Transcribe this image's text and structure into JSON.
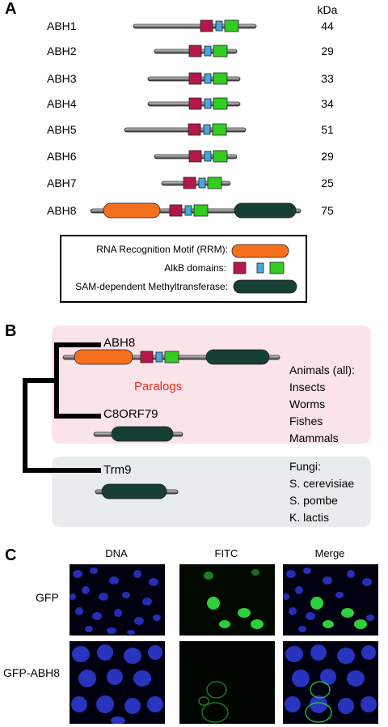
{
  "panel_a": {
    "letter": "A",
    "kda_header": "kDa",
    "proteins": [
      {
        "name": "ABH1",
        "kda": "44"
      },
      {
        "name": "ABH2",
        "kda": "29"
      },
      {
        "name": "ABH3",
        "kda": "33"
      },
      {
        "name": "ABH4",
        "kda": "34"
      },
      {
        "name": "ABH5",
        "kda": "51"
      },
      {
        "name": "ABH6",
        "kda": "29"
      },
      {
        "name": "ABH7",
        "kda": "25"
      },
      {
        "name": "ABH8",
        "kda": "75"
      }
    ],
    "legend": {
      "rrm": "RNA Recognition Motif (RRM):",
      "alkb": "AlkB domains:",
      "sam": "SAM-dependent Methyltransferase:"
    }
  },
  "panel_b": {
    "letter": "B",
    "abh8": "ABH8",
    "paralogs": "Paralogs",
    "c8orf79": "C8ORF79",
    "trm9": "Trm9",
    "animals": [
      "Animals (all):",
      "Insects",
      "Worms",
      "Fishes",
      "Mammals"
    ],
    "fungi": [
      "Fungi:",
      "S. cerevisiae",
      "S. pombe",
      "K. lactis"
    ]
  },
  "panel_c": {
    "letter": "C",
    "columns": [
      "DNA",
      "FITC",
      "Merge"
    ],
    "rows": [
      "GFP",
      "GFP-ABH8"
    ]
  },
  "colors": {
    "rrm": "#f4701e",
    "alkb_red": "#b5174a",
    "alkb_blue": "#46a6dd",
    "alkb_green": "#33cc22",
    "sam": "#183f35",
    "animals_bg": "#fbe3ea",
    "fungi_bg": "#e8ecec",
    "paralogs_text": "#e0311d"
  }
}
